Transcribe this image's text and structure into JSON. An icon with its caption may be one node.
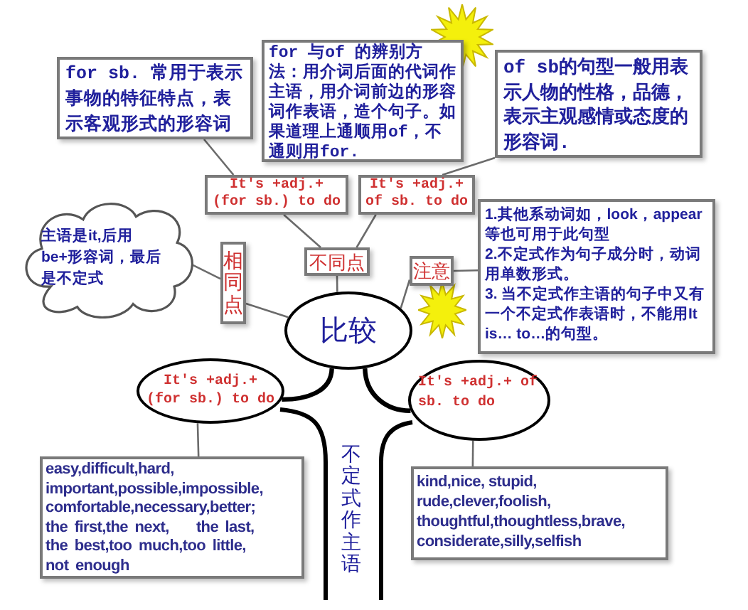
{
  "diagram": {
    "nodes": [
      {
        "text": [
          "for sb. 常用于表示事物的特征特点，表示客观形式的形容词"
        ]
      },
      {
        "text": [
          "for 与of 的辨别方法：用介词后面的代词作主语，用介词前边的形容词作表语，造个句子。如果道理上通顺用of，不通则用for."
        ]
      },
      {
        "text": [
          "of sb的句型一般用表示人物的性格，品德，表示主观感情或态度的形容词."
        ]
      },
      {
        "text": [
          "It's +adj.+ (for sb.) to do"
        ]
      },
      {
        "text": [
          "It's +adj.+ of sb. to do"
        ]
      },
      {
        "text": [
          "主语是it,后用be+形容词，最后是不定式"
        ]
      },
      {
        "text": [
          "相同点"
        ]
      },
      {
        "text": [
          "不同点"
        ]
      },
      {
        "text": [
          "注意"
        ]
      },
      {
        "text": [
          "1.其他系动词如，look，appear等也可用于此句型",
          "2.不定式作为句子成分时，动词用单数形式。",
          "3. 当不定式作主语的句子中又有一个不定式作表语时，不能用It is… to…的句型。"
        ]
      },
      {
        "text": [
          "比较"
        ]
      },
      {
        "text": [
          "It's +adj.+ (for sb.) to do"
        ]
      },
      {
        "text": [
          "It's +adj.+ of sb. to do"
        ]
      },
      {
        "text": [
          "easy,difficult,hard, important,possible,impossible, comfortable,necessary,better; the first,the next,    the last, the best,too much,too little, not enough"
        ]
      },
      {
        "text": [
          "kind,nice, stupid, rude,clever,foolish, thoughtful,thoughtless,brave, considerate,silly,selfish"
        ]
      }
    ],
    "edges": [
      {
        "from": 0,
        "to": 3,
        "arrow": "none"
      },
      {
        "from": 2,
        "to": 4,
        "arrow": "none"
      },
      {
        "from": 3,
        "to": 7,
        "arrow": "none"
      },
      {
        "from": 4,
        "to": 7,
        "arrow": "none"
      },
      {
        "from": 7,
        "to": 10,
        "arrow": "none"
      },
      {
        "from": 5,
        "to": 6,
        "arrow": "none"
      },
      {
        "from": 6,
        "to": 10,
        "arrow": "none"
      },
      {
        "from": 8,
        "to": 10,
        "arrow": "none"
      },
      {
        "from": 8,
        "to": 9,
        "arrow": "none"
      },
      {
        "from": 10,
        "to": 11,
        "arrow": "none",
        "style": "thick",
        "color": "#000000"
      },
      {
        "from": 10,
        "to": 12,
        "arrow": "none",
        "style": "thick",
        "color": "#000000"
      },
      {
        "from": 11,
        "to": 13,
        "arrow": "none"
      },
      {
        "from": 12,
        "to": 14,
        "arrow": "none"
      }
    ],
    "labels": [
      "不定式作主语"
    ]
  }
}
